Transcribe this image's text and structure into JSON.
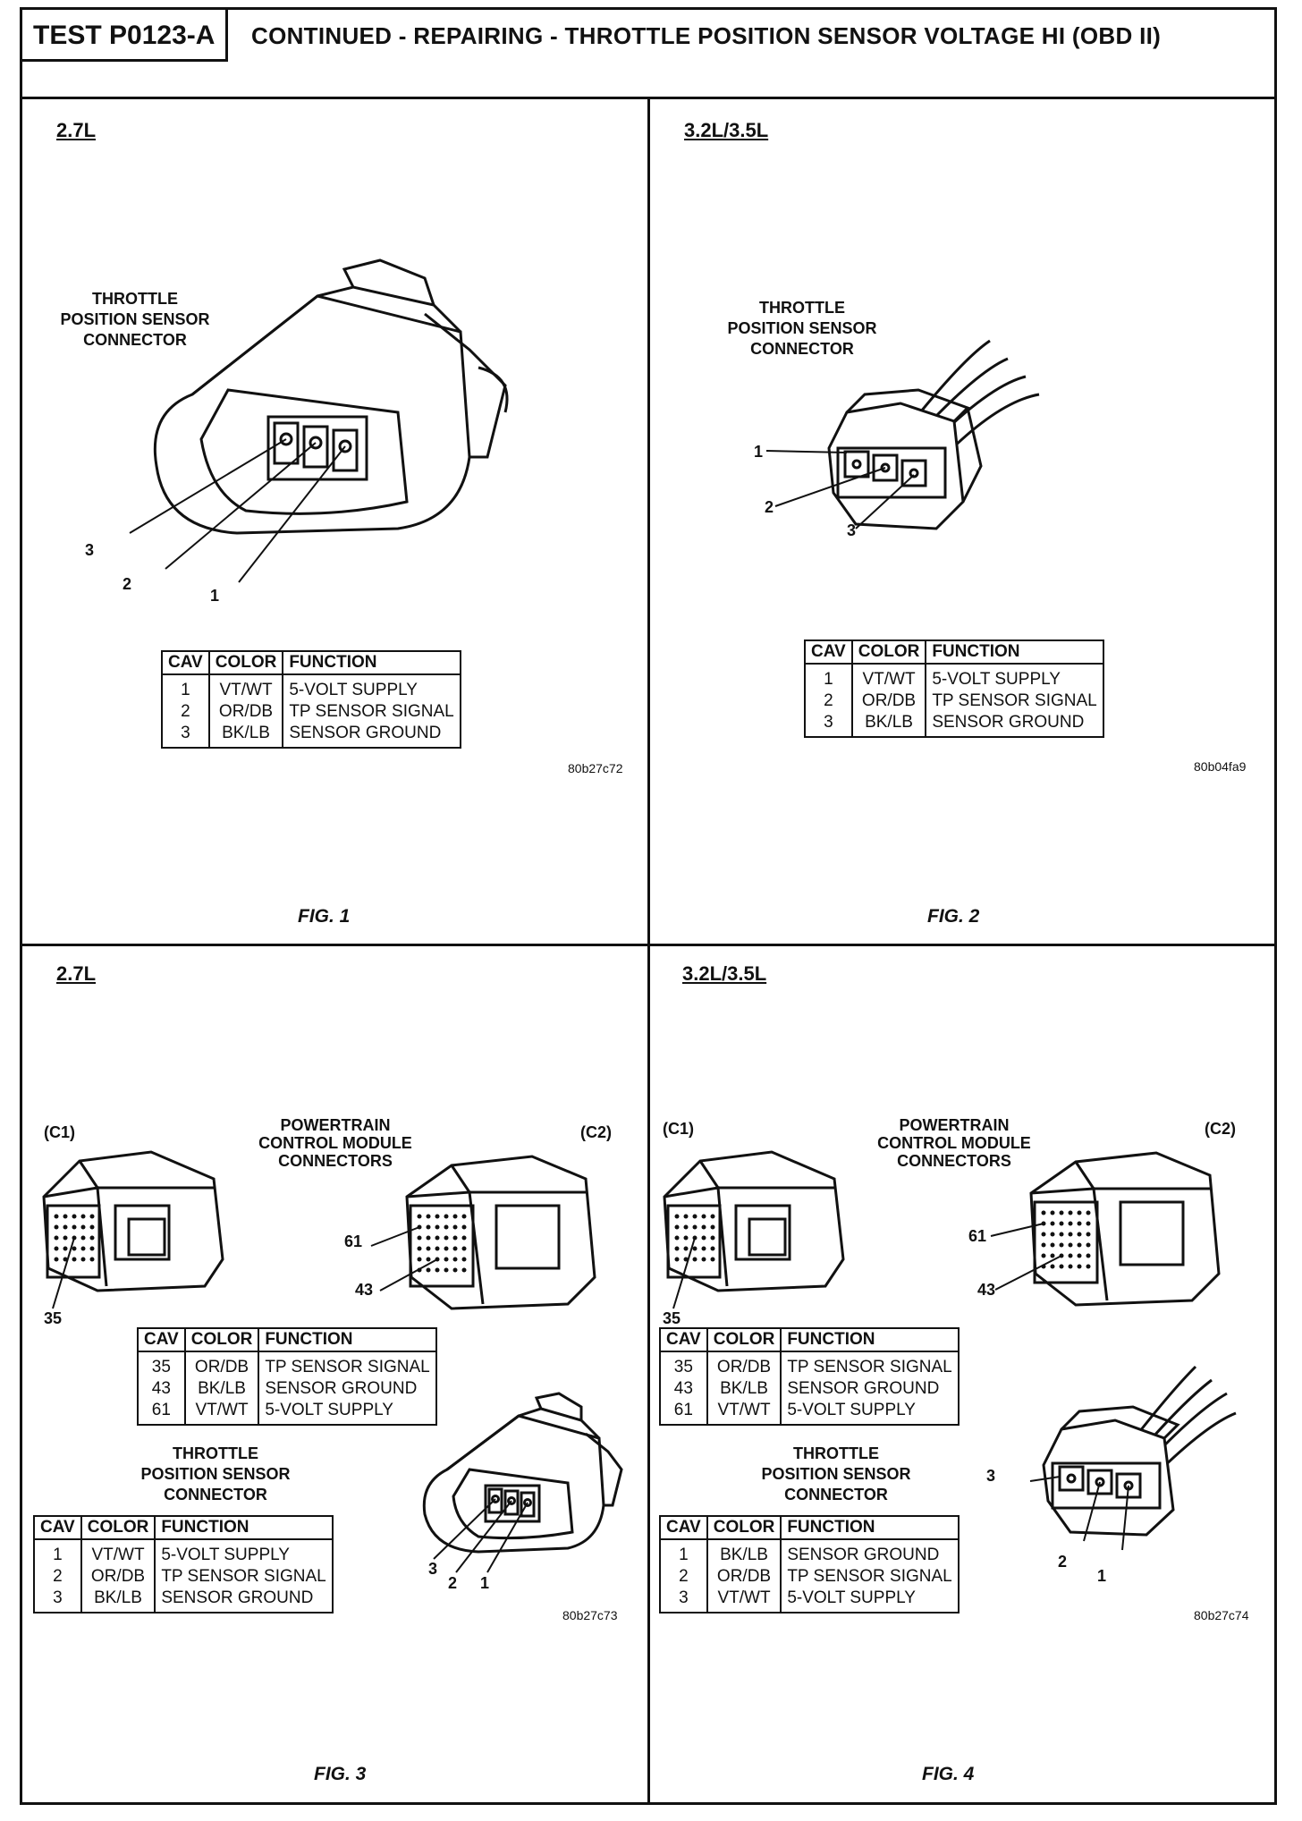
{
  "header": {
    "test_id": "TEST P0123-A",
    "title": "CONTINUED - REPAIRING - THROTTLE POSITION SENSOR VOLTAGE HI (OBD II)"
  },
  "fig1": {
    "engine": "2.7L",
    "connector_label": [
      "THROTTLE",
      "POSITION SENSOR",
      "CONNECTOR"
    ],
    "callouts": [
      "3",
      "2",
      "1"
    ],
    "table": {
      "headers": [
        "CAV",
        "COLOR",
        "FUNCTION"
      ],
      "rows": [
        [
          "1",
          "VT/WT",
          "5-VOLT SUPPLY"
        ],
        [
          "2",
          "OR/DB",
          "TP SENSOR SIGNAL"
        ],
        [
          "3",
          "BK/LB",
          "SENSOR GROUND"
        ]
      ]
    },
    "image_code": "80b27c72",
    "caption": "FIG. 1"
  },
  "fig2": {
    "engine": "3.2L/3.5L",
    "connector_label": [
      "THROTTLE",
      "POSITION SENSOR",
      "CONNECTOR"
    ],
    "callouts": [
      "1",
      "2",
      "3"
    ],
    "table": {
      "headers": [
        "CAV",
        "COLOR",
        "FUNCTION"
      ],
      "rows": [
        [
          "1",
          "VT/WT",
          "5-VOLT SUPPLY"
        ],
        [
          "2",
          "OR/DB",
          "TP SENSOR SIGNAL"
        ],
        [
          "3",
          "BK/LB",
          "SENSOR GROUND"
        ]
      ]
    },
    "image_code": "80b04fa9",
    "caption": "FIG. 2"
  },
  "fig3": {
    "engine": "2.7L",
    "c1": "(C1)",
    "c2": "(C2)",
    "pcm_label": [
      "POWERTRAIN",
      "CONTROL MODULE",
      "CONNECTORS"
    ],
    "pin_callouts": [
      "35",
      "61",
      "43"
    ],
    "pcm_table": {
      "headers": [
        "CAV",
        "COLOR",
        "FUNCTION"
      ],
      "rows": [
        [
          "35",
          "OR/DB",
          "TP SENSOR SIGNAL"
        ],
        [
          "43",
          "BK/LB",
          "SENSOR GROUND"
        ],
        [
          "61",
          "VT/WT",
          "5-VOLT SUPPLY"
        ]
      ]
    },
    "tps_label": [
      "THROTTLE",
      "POSITION SENSOR",
      "CONNECTOR"
    ],
    "tps_table": {
      "headers": [
        "CAV",
        "COLOR",
        "FUNCTION"
      ],
      "rows": [
        [
          "1",
          "VT/WT",
          "5-VOLT SUPPLY"
        ],
        [
          "2",
          "OR/DB",
          "TP SENSOR SIGNAL"
        ],
        [
          "3",
          "BK/LB",
          "SENSOR GROUND"
        ]
      ]
    },
    "tps_callouts": [
      "3",
      "2",
      "1"
    ],
    "image_code": "80b27c73",
    "caption": "FIG. 3"
  },
  "fig4": {
    "engine": "3.2L/3.5L",
    "c1": "(C1)",
    "c2": "(C2)",
    "pcm_label": [
      "POWERTRAIN",
      "CONTROL MODULE",
      "CONNECTORS"
    ],
    "pin_callouts": [
      "35",
      "61",
      "43"
    ],
    "pcm_table": {
      "headers": [
        "CAV",
        "COLOR",
        "FUNCTION"
      ],
      "rows": [
        [
          "35",
          "OR/DB",
          "TP SENSOR SIGNAL"
        ],
        [
          "43",
          "BK/LB",
          "SENSOR GROUND"
        ],
        [
          "61",
          "VT/WT",
          "5-VOLT SUPPLY"
        ]
      ]
    },
    "tps_label": [
      "THROTTLE",
      "POSITION SENSOR",
      "CONNECTOR"
    ],
    "tps_table": {
      "headers": [
        "CAV",
        "COLOR",
        "FUNCTION"
      ],
      "rows": [
        [
          "1",
          "BK/LB",
          "SENSOR GROUND"
        ],
        [
          "2",
          "OR/DB",
          "TP SENSOR SIGNAL"
        ],
        [
          "3",
          "VT/WT",
          "5-VOLT SUPPLY"
        ]
      ]
    },
    "tps_callouts": [
      "3",
      "2",
      "1"
    ],
    "image_code": "80b27c74",
    "caption": "FIG. 4"
  }
}
